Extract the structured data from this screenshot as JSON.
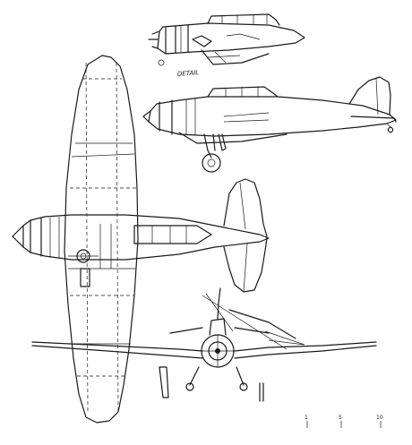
{
  "labels": {
    "detail_caption": "DETAIL",
    "scale_marks": [
      "1",
      "5",
      "10"
    ]
  }
}
